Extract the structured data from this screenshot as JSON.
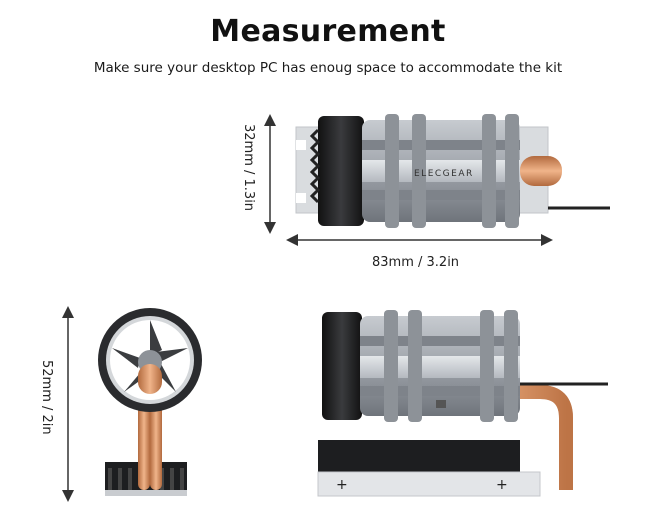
{
  "header": {
    "title": "Measurement",
    "subtitle": "Make sure your desktop PC has enoug space to accommodate the kit"
  },
  "dimensions": {
    "height_top": "32mm / 1.3in",
    "length_top": "83mm / 3.2in",
    "height_side": "52mm / 2in"
  },
  "product": {
    "brand_mark": "ELECGEAR"
  },
  "colors": {
    "aluminum": "#a9aeb4",
    "aluminum_dark": "#6c7178",
    "copper": "#d08a5c",
    "fan_black": "#1e1f21",
    "arrow": "#333333"
  }
}
